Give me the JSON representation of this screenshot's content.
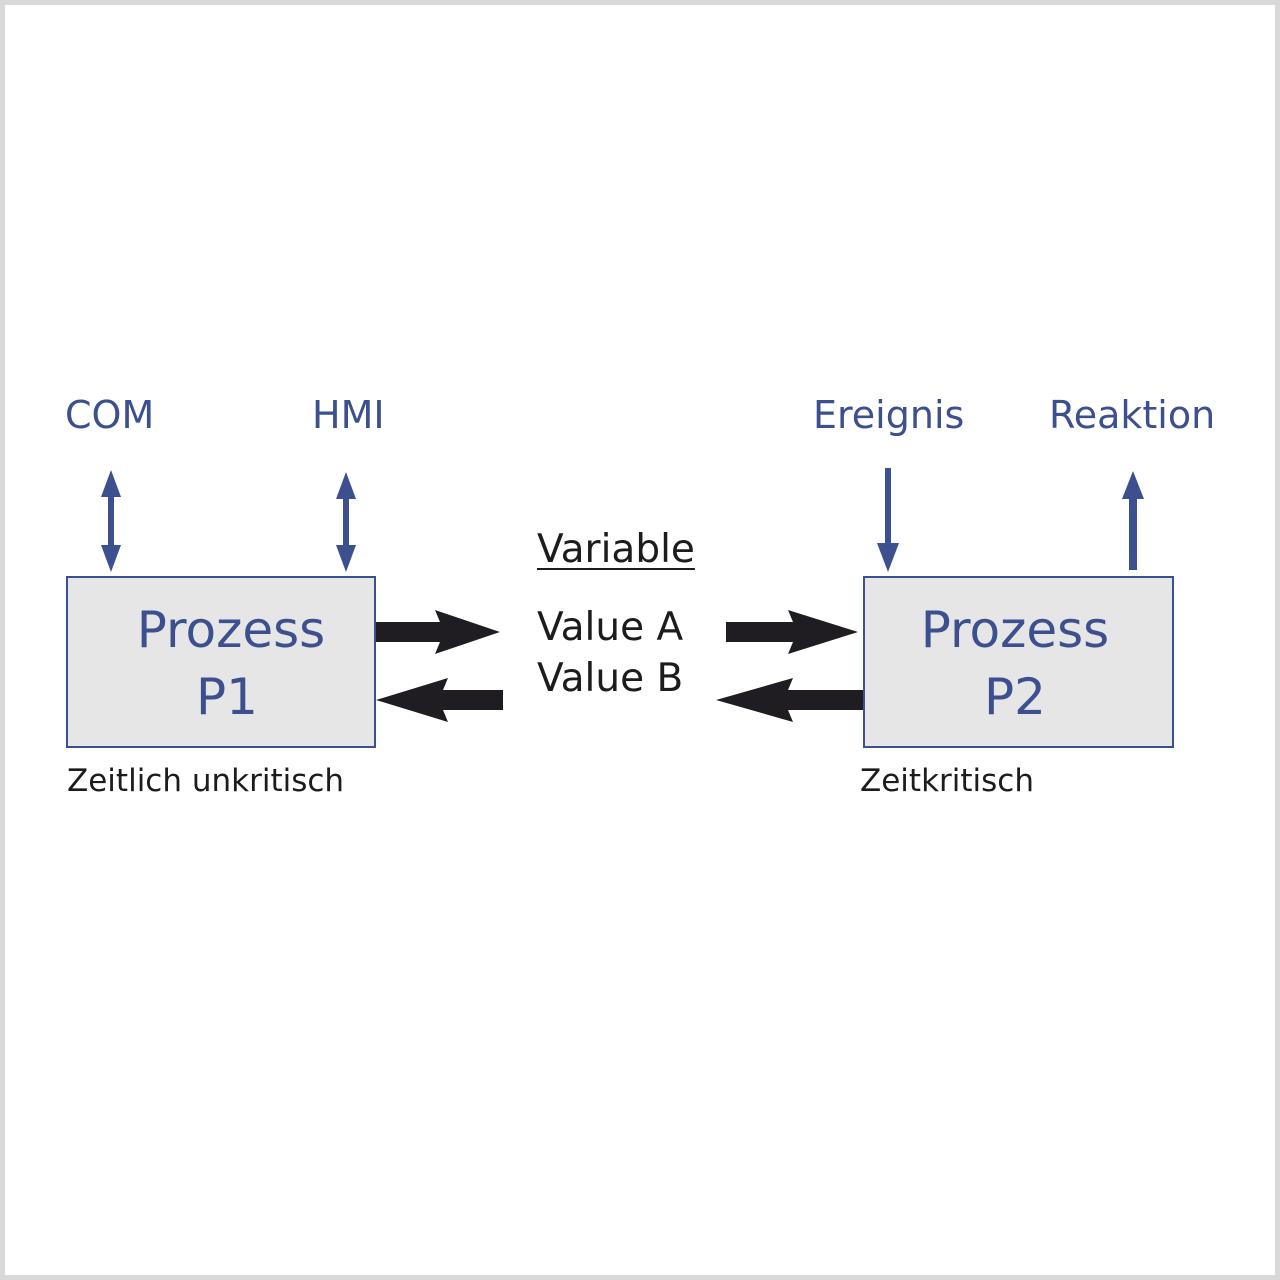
{
  "diagram": {
    "io_labels": {
      "com": "COM",
      "hmi": "HMI",
      "ereignis": "Ereignis",
      "reaktion": "Reaktion"
    },
    "process_p1": {
      "line1": "Prozess",
      "line2": "P1",
      "caption": "Zeitlich unkritisch"
    },
    "process_p2": {
      "line1": "Prozess",
      "line2": "P2",
      "caption": "Zeitkritisch"
    },
    "variable": {
      "heading": "Variable",
      "value_a": "Value A",
      "value_b": "Value B"
    }
  },
  "colors": {
    "accent_blue": "#3c4f8e",
    "box_fill": "#e6e6e6",
    "arrow_dark": "#1f1d22",
    "text_dark": "#1c1c1c",
    "frame": "#d9d9d9"
  }
}
